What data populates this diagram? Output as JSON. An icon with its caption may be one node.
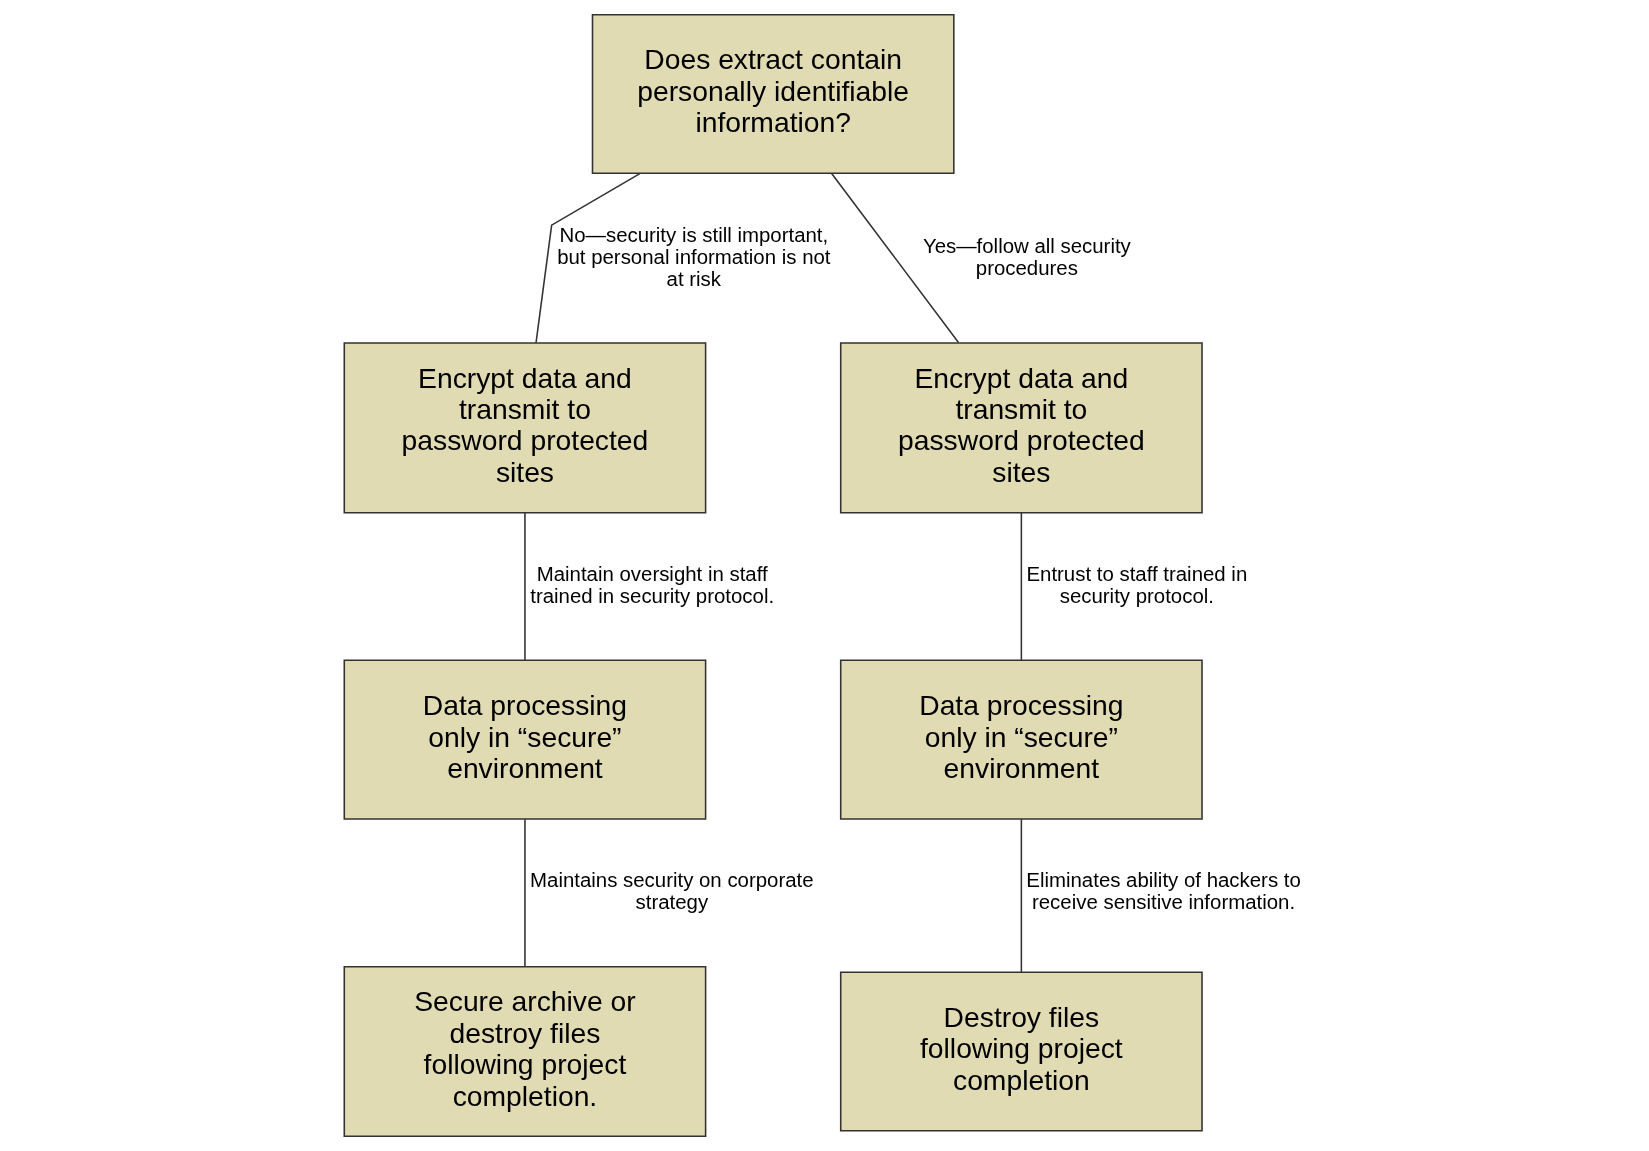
{
  "diagram": {
    "nodes": [
      {
        "text": [
          "Does extract contain personally identifiable information?"
        ]
      },
      {
        "text": [
          "Encrypt data and transmit to password protected sites"
        ]
      },
      {
        "text": [
          "Encrypt data and transmit to password protected sites"
        ]
      },
      {
        "text": [
          "Data processing only in “secure” environment"
        ]
      },
      {
        "text": [
          "Data processing only in “secure” environment"
        ]
      },
      {
        "text": [
          "Secure archive or destroy files following project completion."
        ]
      },
      {
        "text": [
          "Destroy files following project completion"
        ]
      }
    ],
    "edges": [
      {
        "from": 0,
        "to": 1,
        "arrow": "none",
        "label": "No—security is still important, but personal information is not at risk"
      },
      {
        "from": 0,
        "to": 2,
        "arrow": "none",
        "label": "Yes—follow all security procedures"
      },
      {
        "from": 1,
        "to": 3,
        "arrow": "none",
        "label": "Maintain oversight in staff trained in security protocol."
      },
      {
        "from": 2,
        "to": 4,
        "arrow": "none",
        "label": "Entrust to staff trained in security protocol."
      },
      {
        "from": 3,
        "to": 5,
        "arrow": "none",
        "label": "Maintains security on corporate strategy"
      },
      {
        "from": 4,
        "to": 6,
        "arrow": "none",
        "label": "Eliminates ability of hackers to receive sensitive information."
      }
    ]
  }
}
